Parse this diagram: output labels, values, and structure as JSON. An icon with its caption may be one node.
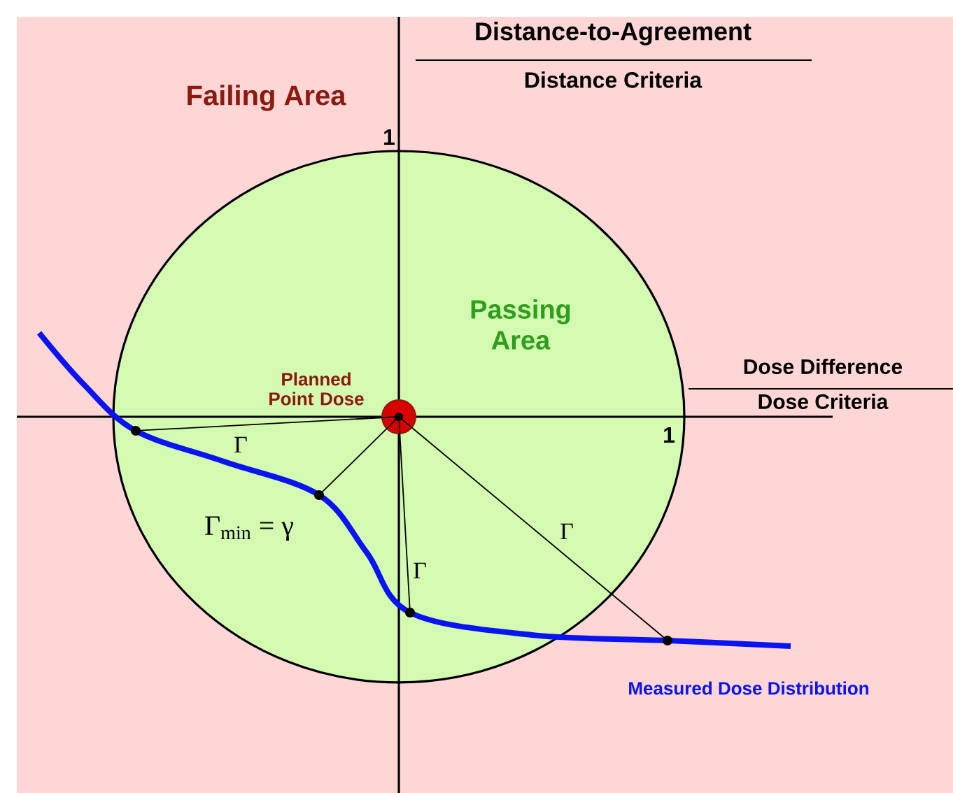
{
  "diagram": {
    "nodes": [
      {
        "text": [
          "Passing Area"
        ]
      },
      {
        "text": [],
        "shape": "circle",
        "in": 0,
        "beside": [
          "Planned Point Dose"
        ]
      },
      {
        "text": [],
        "shape": "circle",
        "in": 0
      },
      {
        "text": [],
        "shape": "circle",
        "in": 0
      },
      {
        "text": [],
        "shape": "circle",
        "in": 0
      },
      {
        "text": [],
        "shape": "circle"
      }
    ],
    "edges": [
      {
        "from": 1,
        "to": 2,
        "arrow": "none",
        "label": "Γ"
      },
      {
        "from": 1,
        "to": 3,
        "arrow": "none"
      },
      {
        "from": 1,
        "to": 4,
        "arrow": "none",
        "label": "Γ"
      },
      {
        "from": 1,
        "to": 5,
        "arrow": "none",
        "label": "Γ"
      }
    ],
    "labels": [
      "Distance-to-Agreement",
      "Distance Criteria",
      "Failing Area",
      "1",
      "Dose Difference",
      "Dose Criteria",
      "1",
      "Γ$_{min}$ = γ",
      "Measured Dose Distribution"
    ]
  }
}
